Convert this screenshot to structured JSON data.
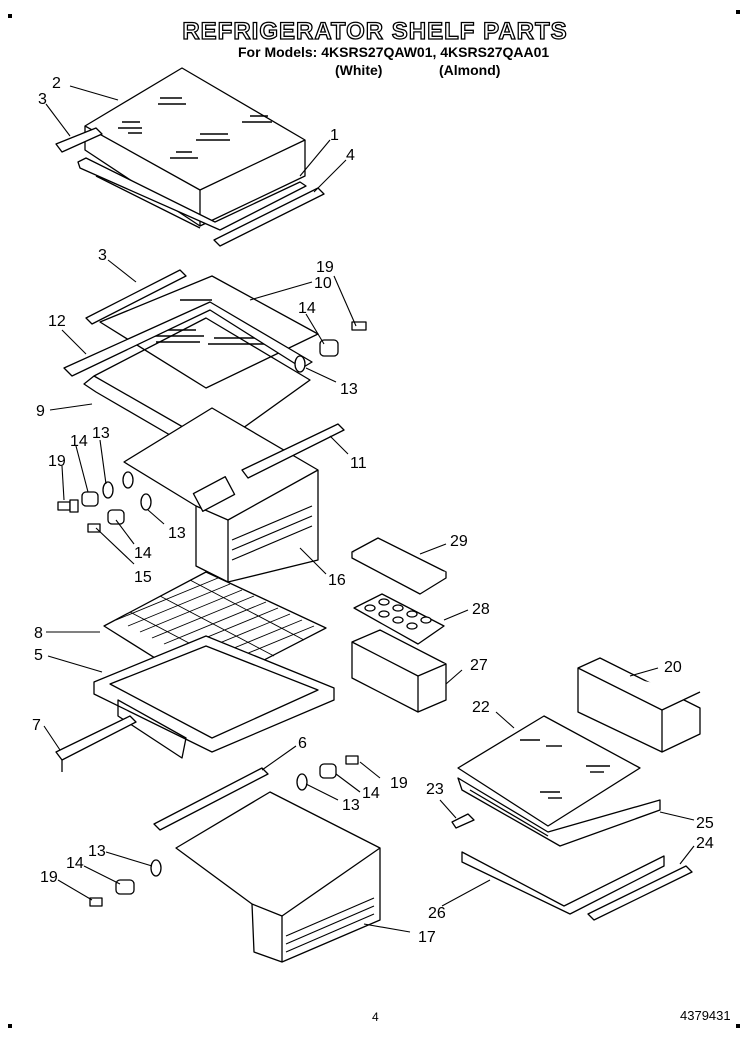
{
  "header": {
    "title": "REFRIGERATOR SHELF PARTS",
    "subtitle": "For Models: 4KSRS27QAW01, 4KSRS27QAA01",
    "color_white": "(White)",
    "color_almond": "(Almond)"
  },
  "footer": {
    "page_number": "4",
    "document_number": "4379431"
  },
  "callouts": {
    "c2": "2",
    "c3a": "3",
    "c1": "1",
    "c4": "4",
    "c3b": "3",
    "c10": "10",
    "c19a": "19",
    "c12": "12",
    "c14a": "14",
    "c13a": "13",
    "c9": "9",
    "c14b": "14",
    "c13b": "13",
    "c11": "11",
    "c19b": "19",
    "c13c": "13",
    "c14c": "14",
    "c15": "15",
    "c16": "16",
    "c29": "29",
    "c28": "28",
    "c8": "8",
    "c5": "5",
    "c27": "27",
    "c20": "20",
    "c22": "22",
    "c7": "7",
    "c6": "6",
    "c19c": "19",
    "c14d": "14",
    "c13d": "13",
    "c23": "23",
    "c25": "25",
    "c24": "24",
    "c13e": "13",
    "c14e": "14",
    "c19d": "19",
    "c26": "26",
    "c17": "17"
  }
}
